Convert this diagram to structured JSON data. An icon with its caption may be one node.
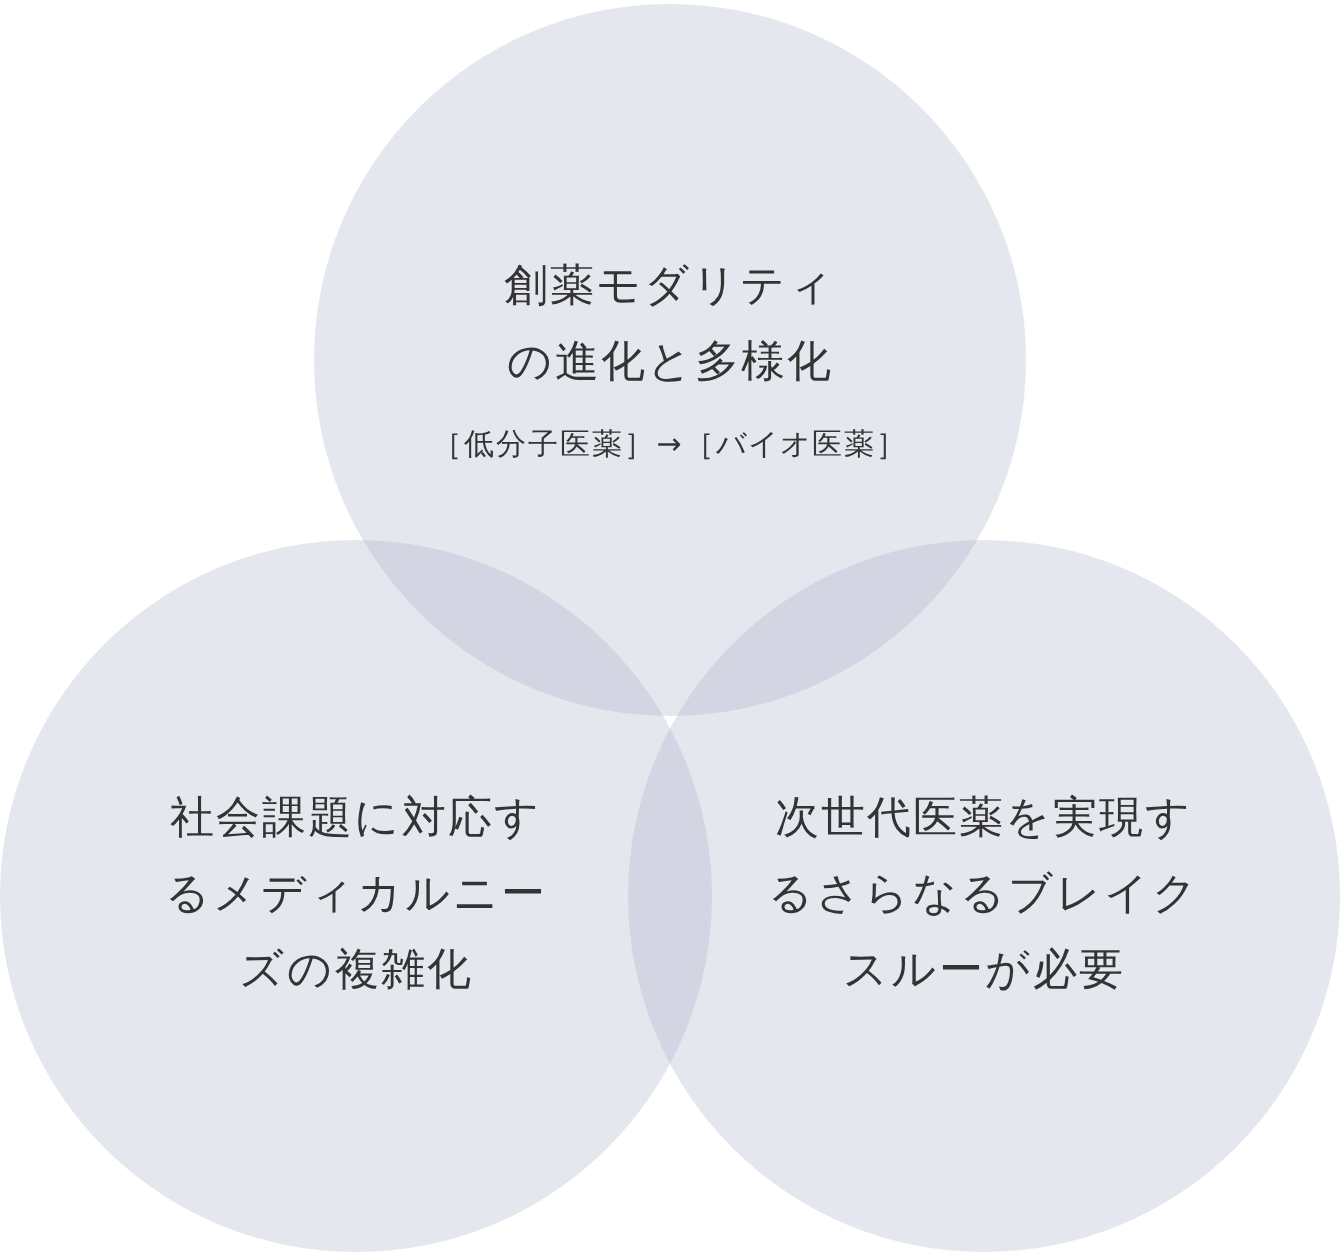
{
  "diagram": {
    "nodes": [
      {
        "text": [
          "創薬モダリティの進化と多様化",
          "［低分子医薬］→［バイオ医薬］"
        ]
      },
      {
        "text": [
          "社会課題に対応するメディカルニーズの複雑化"
        ]
      },
      {
        "text": [
          "次世代医薬を実現するさらなるブレイクスルーが必要"
        ]
      }
    ],
    "edges": []
  }
}
